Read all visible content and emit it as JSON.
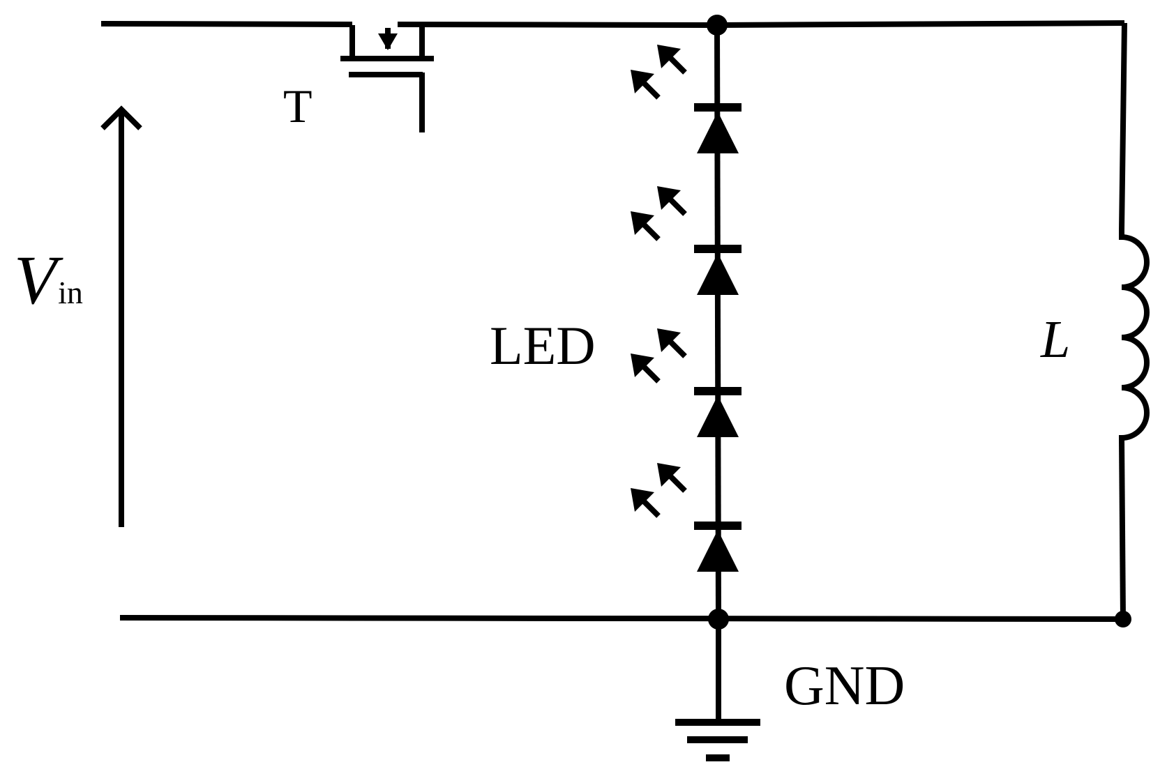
{
  "diagram": {
    "stroke_color": "#000000",
    "background": "#ffffff",
    "labels": {
      "transistor": "T",
      "vin_main": "V",
      "vin_sub": "in",
      "led": "LED",
      "inductor": "L",
      "ground": "GND"
    },
    "components": [
      {
        "id": "T",
        "kind": "transistor"
      },
      {
        "id": "LED",
        "kind": "led-string",
        "count": 4
      },
      {
        "id": "L",
        "kind": "inductor",
        "turns": 4
      },
      {
        "id": "GND",
        "kind": "ground"
      }
    ],
    "icons": [
      "mosfet-icon",
      "led-diode-icon",
      "light-emission-arrow-icon",
      "inductor-coil-icon",
      "ground-symbol-icon",
      "voltage-arrow-icon",
      "junction-dot-icon"
    ]
  }
}
